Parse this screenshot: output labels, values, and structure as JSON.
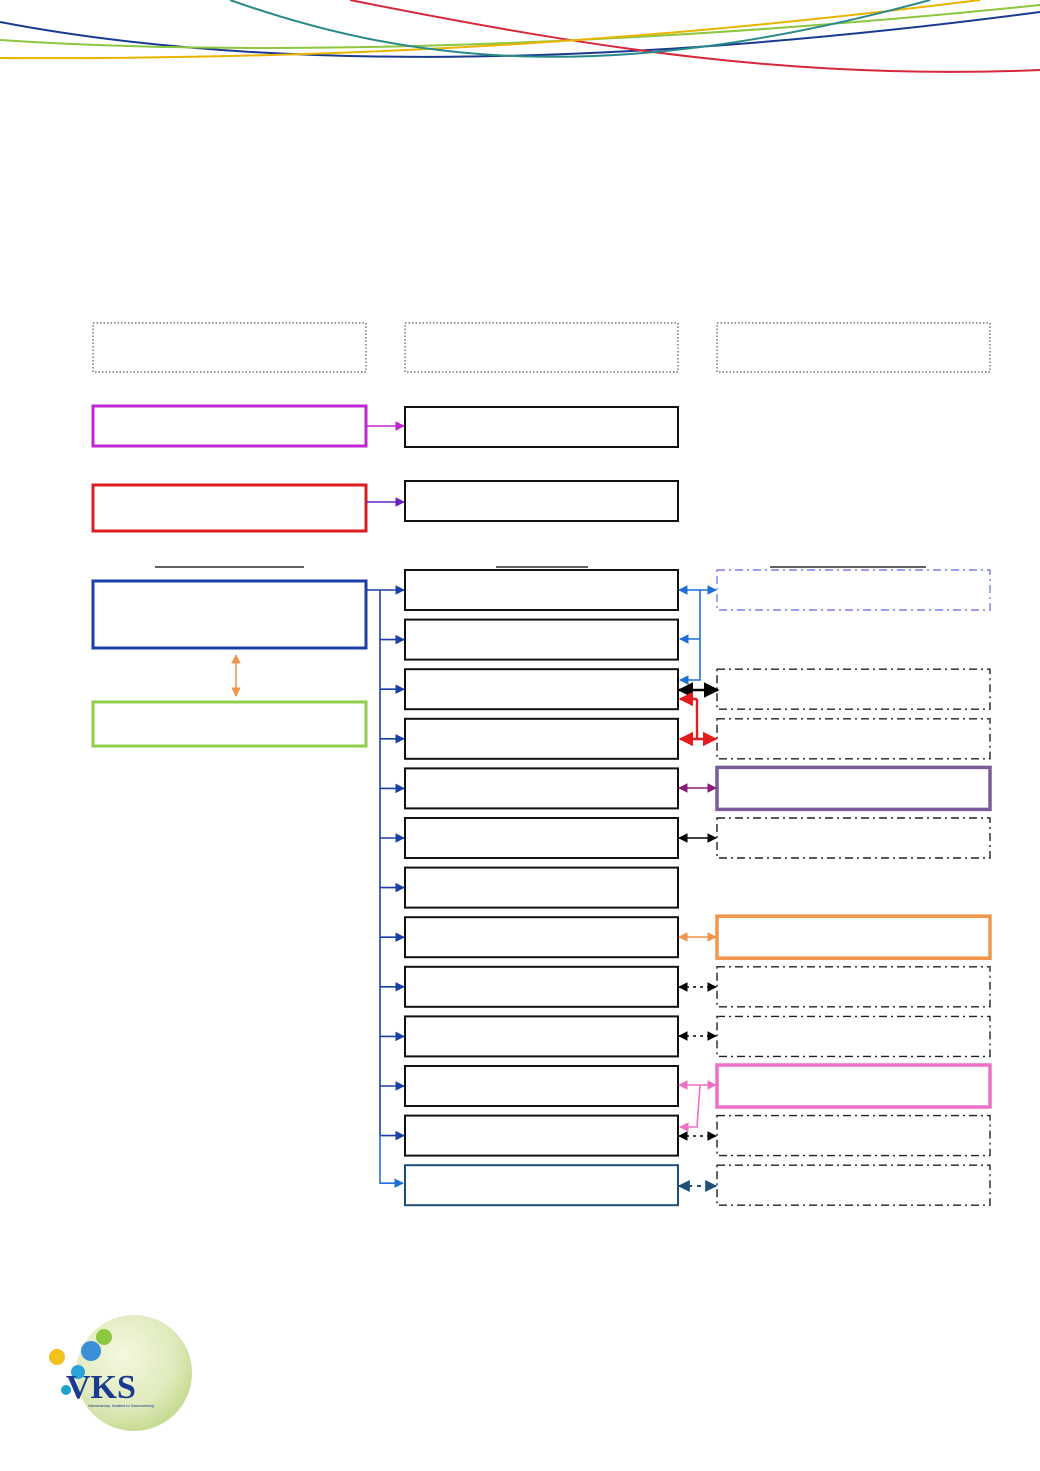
{
  "page": {
    "decor": {
      "wave_colors": [
        "#1a3a8f",
        "#d62839",
        "#8dc63f",
        "#e8b400",
        "#2a8a8a"
      ]
    },
    "logo": {
      "text": "VKS",
      "caption": "Vakmanschap, Kwaliteit en Samenwerking"
    }
  },
  "diagram": {
    "column_headers": [
      {
        "id": "h1",
        "style": "dotted",
        "color": "#555555"
      },
      {
        "id": "h2",
        "style": "dotted",
        "color": "#555555"
      },
      {
        "id": "h3",
        "style": "dotted",
        "color": "#555555"
      }
    ],
    "underlines": [
      "left",
      "middle",
      "right"
    ],
    "left_boxes": [
      {
        "id": "L1",
        "color": "#c026d3"
      },
      {
        "id": "L2",
        "color": "#d91c1c"
      },
      {
        "id": "L3",
        "color": "#1a3fa8"
      },
      {
        "id": "L4",
        "color": "#8fce4c"
      }
    ],
    "middle_top_boxes": [
      {
        "id": "M0a",
        "color": "#111111"
      },
      {
        "id": "M0b",
        "color": "#111111"
      }
    ],
    "middle_list_boxes": [
      {
        "id": "M1",
        "color": "#111111"
      },
      {
        "id": "M2",
        "color": "#111111"
      },
      {
        "id": "M3",
        "color": "#111111"
      },
      {
        "id": "M4",
        "color": "#111111"
      },
      {
        "id": "M5",
        "color": "#111111"
      },
      {
        "id": "M6",
        "color": "#111111"
      },
      {
        "id": "M7",
        "color": "#111111"
      },
      {
        "id": "M8",
        "color": "#111111"
      },
      {
        "id": "M9",
        "color": "#111111"
      },
      {
        "id": "M10",
        "color": "#111111"
      },
      {
        "id": "M11",
        "color": "#111111"
      },
      {
        "id": "M12",
        "color": "#111111"
      },
      {
        "id": "M13",
        "color": "#1f4e79"
      }
    ],
    "right_boxes": [
      {
        "id": "R1",
        "row": 1,
        "style": "dashdot",
        "color": "#7b7ff0"
      },
      {
        "id": "R3",
        "row": 3,
        "style": "dashdot",
        "color": "#222222"
      },
      {
        "id": "R4",
        "row": 4,
        "style": "dashdot",
        "color": "#222222"
      },
      {
        "id": "R5",
        "row": 5,
        "style": "solid",
        "color": "#7a5c99"
      },
      {
        "id": "R6",
        "row": 6,
        "style": "dashdot",
        "color": "#222222"
      },
      {
        "id": "R8",
        "row": 8,
        "style": "solid",
        "color": "#f0954a"
      },
      {
        "id": "R9",
        "row": 9,
        "style": "dashdot",
        "color": "#222222"
      },
      {
        "id": "R10",
        "row": 10,
        "style": "dashdot",
        "color": "#222222"
      },
      {
        "id": "R11",
        "row": 11,
        "style": "solid",
        "color": "#ee6fc6"
      },
      {
        "id": "R12",
        "row": 12,
        "style": "dashdot",
        "color": "#222222"
      },
      {
        "id": "R13",
        "row": 13,
        "style": "dashdot",
        "color": "#222222"
      }
    ],
    "connector_colors": {
      "magenta": "#c026d3",
      "purple": "#6a1fc7",
      "blue": "#1a3fa8",
      "lightblue": "#1e6fd9",
      "orange": "#f0954a",
      "red": "#e11d1d",
      "black": "#000000",
      "plum": "#8b1a7a",
      "pink": "#ee6fc6",
      "navy": "#1f4e79"
    }
  }
}
